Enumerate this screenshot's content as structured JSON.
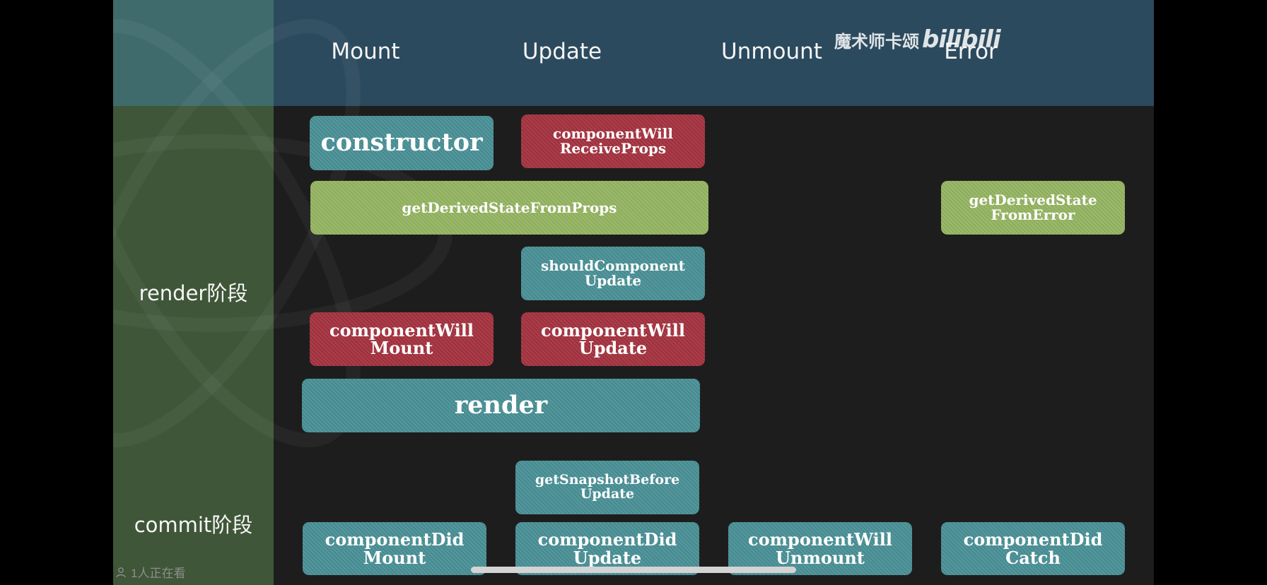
{
  "columns": [
    "Mount",
    "Update",
    "Unmount",
    "Error"
  ],
  "phases": {
    "render": "render阶段",
    "commit": "commit阶段"
  },
  "boxes": {
    "constructor": "constructor",
    "cwrp_1": "componentWill",
    "cwrp_2": "ReceiveProps",
    "gdsfp": "getDerivedStateFromProps",
    "gdsfe_1": "getDerivedState",
    "gdsfe_2": "FromError",
    "scu_1": "shouldComponent",
    "scu_2": "Update",
    "cwm_1": "componentWill",
    "cwm_2": "Mount",
    "cwu_1": "componentWill",
    "cwu_2": "Update",
    "render": "render",
    "gsbu_1": "getSnapshotBefore",
    "gsbu_2": "Update",
    "cdm_1": "componentDid",
    "cdm_2": "Mount",
    "cdu_1": "componentDid",
    "cdu_2": "Update",
    "cwun_1": "componentWill",
    "cwun_2": "Unmount",
    "cdc_1": "componentDid",
    "cdc_2": "Catch"
  },
  "colors": {
    "teal": "#4a9197",
    "red": "#a53340",
    "green": "#94b461",
    "header": "#2c4a5e",
    "sidebar": "#3f5638"
  },
  "overlay": {
    "uploader": "魔术师卡颂",
    "logo": "bilibili",
    "viewers": "1人正在看",
    "viewer_icon": "person-icon"
  }
}
